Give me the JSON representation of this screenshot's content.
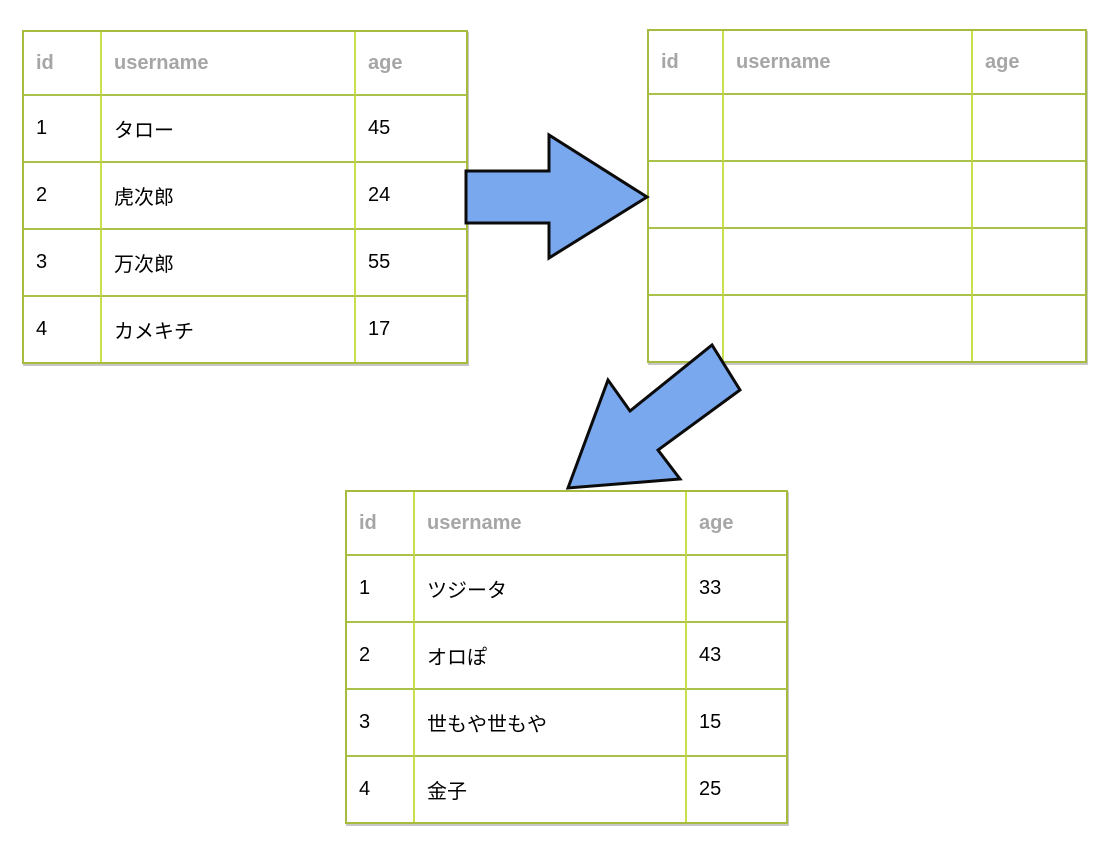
{
  "colors": {
    "table_border_outer": "#a5bc3e",
    "table_grid_horizontal": "#abc24a",
    "table_grid_vertical": "#c7e04b",
    "header_text": "#a6a6a6",
    "cell_text": "#000000",
    "arrow_fill": "#7aa8ef",
    "arrow_outline": "#0b0b0b"
  },
  "icons": {
    "arrow_right": "block-arrow-right",
    "arrow_down_left": "block-arrow-down-left"
  },
  "tables": {
    "source": {
      "headers": [
        "id",
        "username",
        "age"
      ],
      "rows": [
        [
          "1",
          "タロー",
          "45"
        ],
        [
          "2",
          "虎次郎",
          "24"
        ],
        [
          "3",
          "万次郎",
          "55"
        ],
        [
          "4",
          "カメキチ",
          "17"
        ]
      ]
    },
    "empty": {
      "headers": [
        "id",
        "username",
        "age"
      ],
      "rows": [
        [
          "",
          "",
          ""
        ],
        [
          "",
          "",
          ""
        ],
        [
          "",
          "",
          ""
        ],
        [
          "",
          "",
          ""
        ]
      ]
    },
    "result": {
      "headers": [
        "id",
        "username",
        "age"
      ],
      "rows": [
        [
          "1",
          "ツジータ",
          "33"
        ],
        [
          "2",
          "オロぽ",
          "43"
        ],
        [
          "3",
          "世もや世もや",
          "15"
        ],
        [
          "4",
          "金子",
          "25"
        ]
      ]
    }
  }
}
